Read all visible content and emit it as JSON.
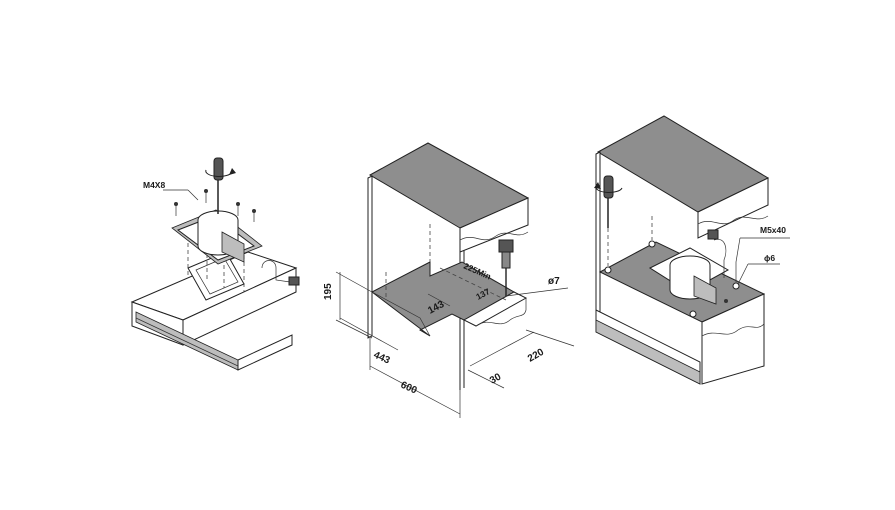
{
  "labels": {
    "screw_spec_left": "M4X8",
    "dim_height": "195",
    "dim_depth_cut": "443",
    "dim_width": "600",
    "dim_opening_length": "143",
    "dim_min_gap": "225Min",
    "dim_opening_width": "137",
    "dim_hole": "ø7",
    "dim_offset": "30",
    "dim_cabinet_depth": "220",
    "screw_spec_right": "M5x40",
    "hole_spec_right": "ϕ6"
  }
}
